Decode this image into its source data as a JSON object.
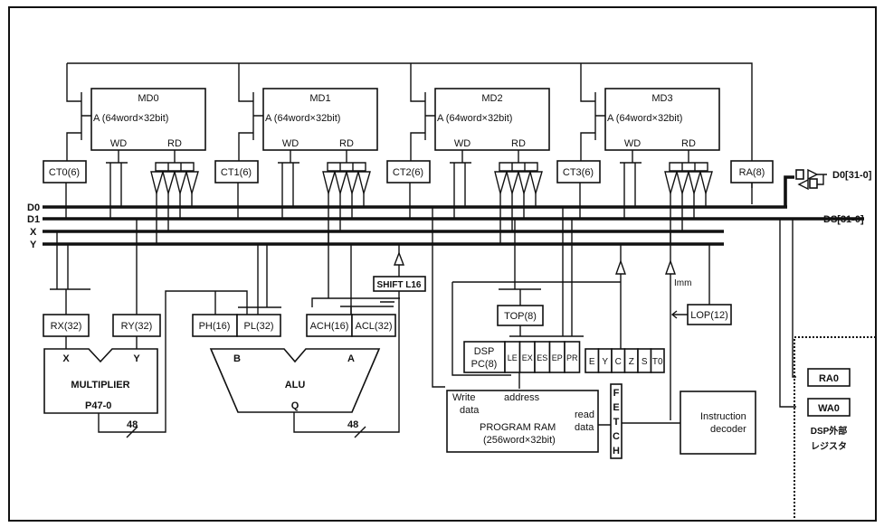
{
  "diagram": {
    "memories": [
      {
        "name": "MD0",
        "addr": "A (64word×32bit)",
        "wd": "WD",
        "rd": "RD",
        "counter": "CT0(6)"
      },
      {
        "name": "MD1",
        "addr": "A (64word×32bit)",
        "wd": "WD",
        "rd": "RD",
        "counter": "CT1(6)"
      },
      {
        "name": "MD2",
        "addr": "A (64word×32bit)",
        "wd": "WD",
        "rd": "RD",
        "counter": "CT2(6)"
      },
      {
        "name": "MD3",
        "addr": "A (64word×32bit)",
        "wd": "WD",
        "rd": "RD",
        "counter": "CT3(6)"
      }
    ],
    "ra": "RA(8)",
    "buses": {
      "d0": "D0",
      "d1": "D1",
      "x": "X",
      "y": "Y"
    },
    "ext_d0": "D0[31-0]",
    "ext_ds": "DS[31-0]",
    "rx": "RX(32)",
    "ry": "RY(32)",
    "ph": "PH(16)",
    "pl": "PL(32)",
    "ach": "ACH(16)",
    "acl": "ACL(32)",
    "shift": "SHIFT L16",
    "multiplier": {
      "label": "MULTIPLIER",
      "in_x": "X",
      "in_y": "Y",
      "out": "P47-0",
      "width": "48"
    },
    "alu": {
      "label": "ALU",
      "in_b": "B",
      "in_a": "A",
      "out": "Q",
      "width": "48"
    },
    "top": "TOP(8)",
    "pc": {
      "line1": "DSP",
      "line2": "PC(8)",
      "flags": [
        "LE",
        "EX",
        "ES",
        "EP",
        "PR"
      ]
    },
    "status_flags": [
      "E",
      "Y",
      "C",
      "Z",
      "S",
      "T0"
    ],
    "imm": "Imm",
    "lop": "LOP(12)",
    "program_ram": {
      "write": "Write",
      "data": "data",
      "address": "address",
      "read": "read",
      "read_data": "data",
      "title": "PROGRAM  RAM",
      "size": "(256word×32bit)"
    },
    "fetch": [
      "F",
      "E",
      "T",
      "C",
      "H"
    ],
    "decoder": {
      "line1": "Instruction",
      "line2": "decoder"
    },
    "ext_regs": {
      "ra0": "RA0",
      "wa0": "WA0",
      "title1": "DSP外部",
      "title2": "レジスタ"
    }
  }
}
